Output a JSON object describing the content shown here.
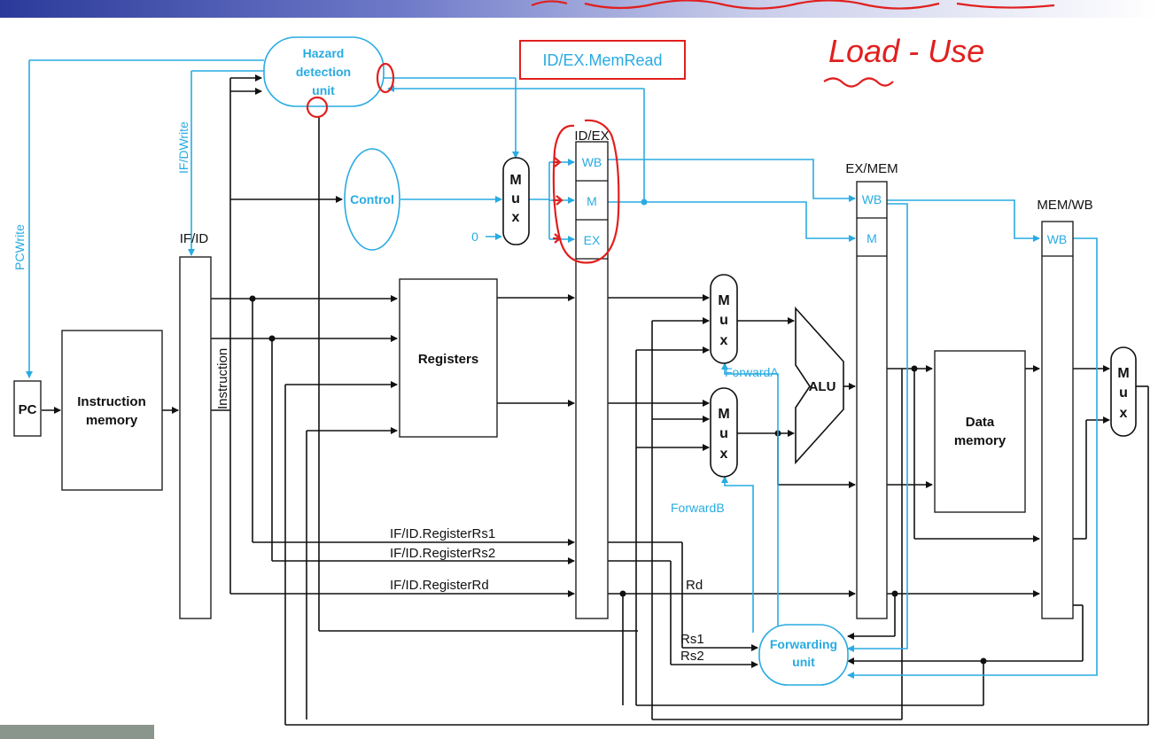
{
  "blocks": {
    "pc": "PC",
    "instruction_memory": [
      "Instruction",
      "memory"
    ],
    "if_id": "IF/ID",
    "instruction_vertical": "Instruction",
    "registers": "Registers",
    "control": "Control",
    "hazard_unit": [
      "Hazard",
      "detection",
      "unit"
    ],
    "id_ex": "ID/EX",
    "ex_mem": "EX/MEM",
    "mem_wb": "MEM/WB",
    "alu": "ALU",
    "data_memory": [
      "Data",
      "memory"
    ],
    "forwarding_unit": [
      "Forwarding",
      "unit"
    ],
    "mux_letters": [
      "M",
      "u",
      "x"
    ],
    "zero_input": "0"
  },
  "fields": {
    "wb": "WB",
    "m": "M",
    "ex": "EX"
  },
  "signals": {
    "pc_write": "PCWrite",
    "if_d_write": "IF/DWrite",
    "id_ex_memread": "ID/EX.MemRead",
    "forward_a": "ForwardA",
    "forward_b": "ForwardB",
    "rs1_full": "IF/ID.RegisterRs1",
    "rs2_full": "IF/ID.RegisterRs2",
    "rd_full": "IF/ID.RegisterRd",
    "rd": "Rd",
    "rs1": "Rs1",
    "rs2": "Rs2"
  },
  "annotation": {
    "handwritten": "Load - Use"
  },
  "colors": {
    "control_path": "#29abe2",
    "datapath": "#111111",
    "annotation_red": "#e0201f",
    "header_blue": "#2b3a9a"
  }
}
